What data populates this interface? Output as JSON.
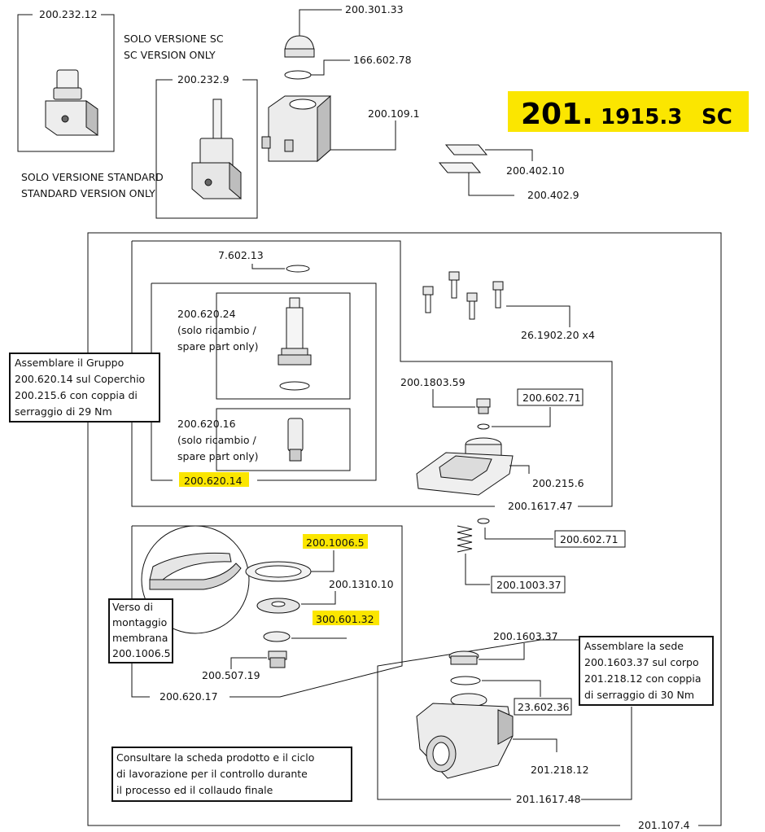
{
  "title": {
    "prefix": "201.",
    "number": "1915.3",
    "suffix": "SC",
    "highlight_color": "#fbe600"
  },
  "version_notes": {
    "sc_it": "SOLO VERSIONE SC",
    "sc_en": "SC VERSION ONLY",
    "std_it": "SOLO VERSIONE STANDARD",
    "std_en": "STANDARD VERSION ONLY"
  },
  "parts": {
    "connector_sc": "200.232.12",
    "connector_std": "200.232.9",
    "nut": "200.301.33",
    "nut_oring": "166.602.78",
    "coil": "200.109.1",
    "label_1": "200.402.10",
    "label_2": "200.402.9",
    "oring_top": "7.602.13",
    "screws": "26.1902.20 x4",
    "armature_tube": "200.620.24",
    "plunger": "200.620.16",
    "tube_group": "200.620.14",
    "pilot_seat": "200.1803.59",
    "pilot_oring": "200.602.71",
    "cover": "200.215.6",
    "cover_group": "200.1617.47",
    "spring_oring": "200.602.71",
    "spring": "200.1003.37",
    "membrane": "200.1006.5",
    "membrane_disc": "200.1310.10",
    "membrane_oring": "300.601.32",
    "membrane_insert": "200.507.19",
    "membrane_group": "200.620.17",
    "seat": "200.1603.37",
    "seat_oring": "23.602.36",
    "body": "201.218.12",
    "body_group": "201.1617.48",
    "kit": "201.107.4"
  },
  "spare_note": {
    "line1": "(solo ricambio /",
    "line2": "spare part only)"
  },
  "notes": {
    "assembly_group": [
      "Assemblare il Gruppo",
      "200.620.14 sul Coperchio",
      "200.215.6 con coppia di",
      "serraggio di 29 Nm"
    ],
    "membrane_direction": [
      "Verso di",
      "montaggio",
      "membrana",
      "200.1006.5"
    ],
    "assembly_seat": [
      "Assemblare la sede",
      "200.1603.37 sul corpo",
      "201.218.12 con coppia",
      "di serraggio di 30 Nm"
    ],
    "consult": [
      "Consultare la scheda prodotto e il ciclo",
      "di lavorazione per il controllo durante",
      "il processo ed il collaudo finale"
    ]
  }
}
